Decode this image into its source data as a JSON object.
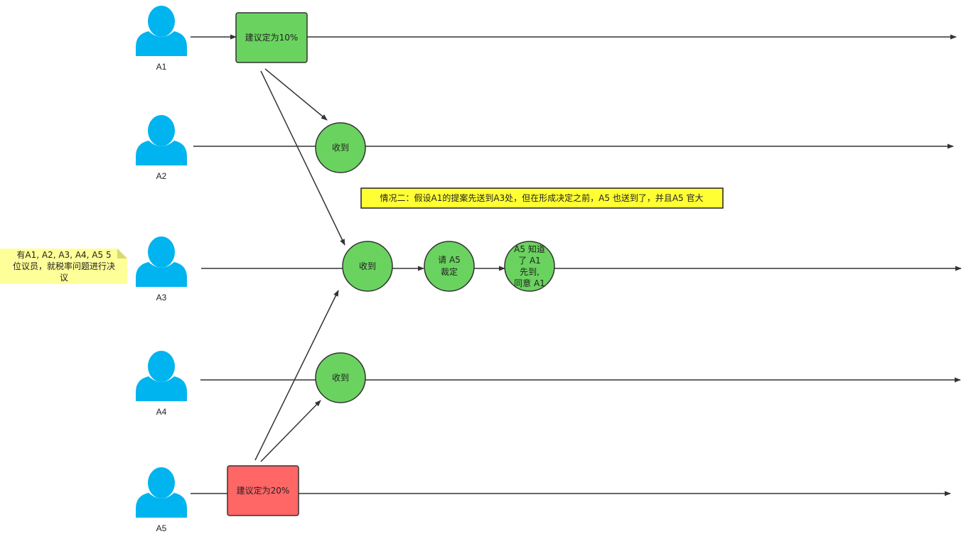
{
  "actors": [
    {
      "id": "A1",
      "label": "A1"
    },
    {
      "id": "A2",
      "label": "A2"
    },
    {
      "id": "A3",
      "label": "A3"
    },
    {
      "id": "A4",
      "label": "A4"
    },
    {
      "id": "A5",
      "label": "A5"
    }
  ],
  "proposals": {
    "a1": {
      "label": "建议定为10%",
      "color": "#6ad35f"
    },
    "a5": {
      "label": "建议定为20%",
      "color": "#ff6666"
    }
  },
  "nodes": {
    "a2_received": {
      "lines": [
        "收到"
      ]
    },
    "a3_received": {
      "lines": [
        "收到"
      ]
    },
    "a3_ask": {
      "lines": [
        "请 A5",
        "裁定"
      ]
    },
    "a3_agree": {
      "lines": [
        "A5 知道",
        "了 A1",
        "先到,",
        "同意 A1"
      ]
    },
    "a4_received": {
      "lines": [
        "收到"
      ]
    }
  },
  "scenario_note": "情况二：假设A1的提案先送到A3处，但在形成决定之前，A5 也送到了，并且A5 官大",
  "side_note": {
    "lines": [
      "有A1, A2, A3, A4, A5 5",
      "位议员，就税率问题进行决",
      "议"
    ]
  },
  "colors": {
    "actor": "#00b4ef",
    "node_fill": "#6ad35f",
    "note_yellow": "#ffff33",
    "sticky": "#ffff99",
    "line": "#333333"
  }
}
